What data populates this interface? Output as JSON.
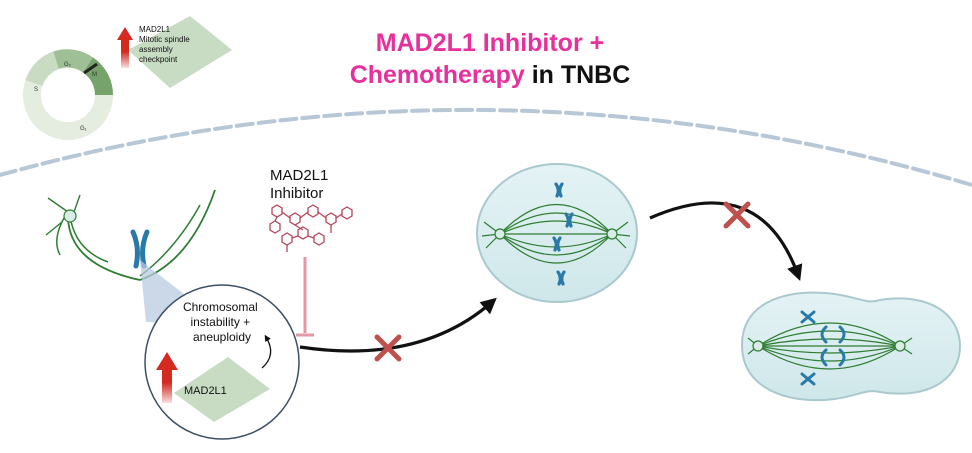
{
  "title": {
    "line1": "MAD2L1 Inhibitor +",
    "line2_highlight": "Chemotherapy",
    "line2_rest": " in TNBC"
  },
  "cell_cycle": {
    "phase_g2": "G₂",
    "phase_m": "M",
    "phase_s": "S",
    "phase_g1": "G₁"
  },
  "checkpoint_box": {
    "line1": "MAD2L1",
    "line2": "Mitotic spindle",
    "line3": "assembly",
    "line4": "checkpoint"
  },
  "inhibitor": {
    "line1": "MAD2L1",
    "line2": "Inhibitor"
  },
  "zoom_circle": {
    "line1": "Chromosomal",
    "line2": "instability +",
    "line3": "aneuploidy",
    "gene_label": "MAD2L1"
  },
  "colors": {
    "title_pink": "#e6309c",
    "spindle_green": "#2e7d32",
    "chromosome_blue": "#2a7aa8",
    "inhibitor_red": "#b5465c",
    "block_x_red": "#c0504d",
    "up_arrow_red": "#d42a1f",
    "diamond_green": "#c7dcc3",
    "nuclear_envelope": "#aebfcf"
  }
}
